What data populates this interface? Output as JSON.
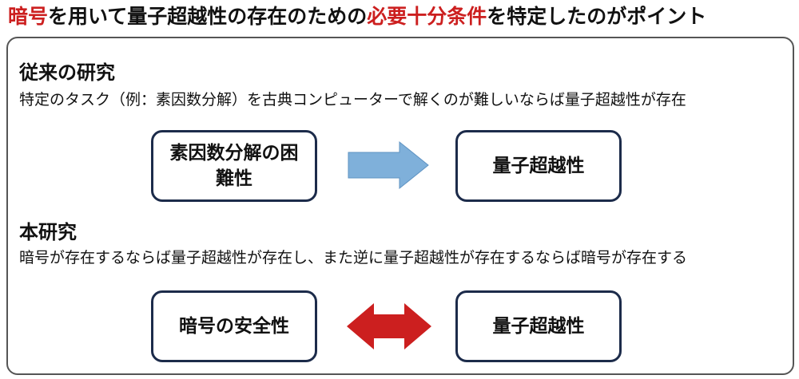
{
  "headline": {
    "part1": "暗号",
    "part2": "を用いて量子超越性の存在のための",
    "part3": "必要十分条件",
    "part4": "を特定したのがポイント"
  },
  "previous": {
    "title": "従来の研究",
    "description": "特定のタスク（例：素因数分解）を古典コンピューターで解くのが難しいならば量子超越性が存在",
    "left_box": "素因数分解の困難性",
    "right_box": "量子超越性"
  },
  "current": {
    "title": "本研究",
    "description": "暗号が存在するならば量子超越性が存在し、また逆に量子超越性が存在するならば暗号が存在する",
    "left_box": "暗号の安全性",
    "right_box": "量子超越性"
  },
  "colors": {
    "accent_red": "#cc1f1f",
    "arrow_blue": "#7fb0da",
    "arrow_red": "#cc1f1f",
    "box_border": "#1c2b4a"
  },
  "icons": {
    "one_way_arrow": "arrow-right-icon",
    "two_way_arrow": "arrow-left-right-icon"
  }
}
